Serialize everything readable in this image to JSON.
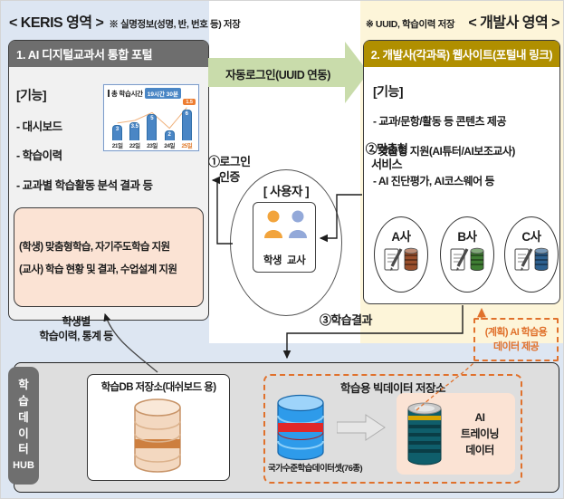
{
  "regions": {
    "keris": {
      "title": "< KERIS 영역 >",
      "note": "※ 실명정보(성명, 반, 번호 등) 저장"
    },
    "developer": {
      "note": "※ UUID, 학습이력 저장",
      "title": "< 개발사 영역 >"
    }
  },
  "portal": {
    "header": "1. AI 디지털교과서 통합 포털",
    "features_heading": "[기능]",
    "features": [
      "- 대시보드",
      "- 학습이력",
      "- 교과별 학습활동 분석 결과 등"
    ],
    "support": [
      "(학생) 맞춤형학습, 자기주도학습 지원",
      "(교사) 학습 현황 및 결과, 수업설계 지원"
    ]
  },
  "chart_data": {
    "type": "bar",
    "title": "총 학습시간",
    "total_badge": "19시간 30분",
    "categories": [
      "21일",
      "22일",
      "23일",
      "24일",
      "25일"
    ],
    "values": [
      3,
      3.5,
      5,
      2,
      6
    ],
    "delta_badge": "1.5",
    "highlight_category": "25일",
    "xlabel": "",
    "ylabel": "",
    "ylim": [
      0,
      7
    ],
    "grid": false,
    "legend_position": "none",
    "trend_line": true
  },
  "auto_login": {
    "label": "자동로그인(UUID 연동)"
  },
  "user": {
    "title": "[ 사용자 ]",
    "members": [
      "학생",
      "교사"
    ]
  },
  "flows": {
    "login": [
      "①로그인",
      "인증"
    ],
    "service": [
      "②맞춤형",
      "서비스"
    ],
    "result": "③학습결과",
    "stats": [
      "학생별",
      "학습이력, 통계 등"
    ],
    "plan": [
      "(계획) AI 학습용",
      "데이터 제공"
    ]
  },
  "dev_site": {
    "header": "2. 개발사(각과목) 웹사이트(포털내 링크)",
    "features_heading": "[기능]",
    "features": [
      "- 교과/문항/활동 등 콘텐츠 제공",
      "- 맞춤형 지원(AI튜터/AI보조교사)",
      "- AI 진단평가, AI코스웨어 등"
    ],
    "companies": [
      {
        "name": "A사",
        "color": "#9a4f2c"
      },
      {
        "name": "B사",
        "color": "#3f7d33"
      },
      {
        "name": "C사",
        "color": "#2d608f"
      }
    ]
  },
  "hub": {
    "sidebar": [
      "학",
      "습",
      "데",
      "이",
      "터",
      "HUB"
    ],
    "learning_db_title": "학습DB 저장소(대쉬보드 용)",
    "bigdata_title": "학습용 빅데이터 저장소",
    "dataset_label": "국가수준학습데이터셋(76종)",
    "ai_training": [
      "AI",
      "트레이닝",
      "데이터"
    ]
  },
  "colors": {
    "keris_bg": "#dde6f2",
    "dev_bg": "#fdf5d9",
    "portal_header": "#6e6e6e",
    "dev_header": "#b08f00",
    "green_arrow": "#c9dcab",
    "pink": "#fbe3d4",
    "orange": "#e0712c",
    "hub_bg": "#dedede",
    "hub_sidebar": "#6f6f6f",
    "bar_blue": "#4a86c5"
  }
}
